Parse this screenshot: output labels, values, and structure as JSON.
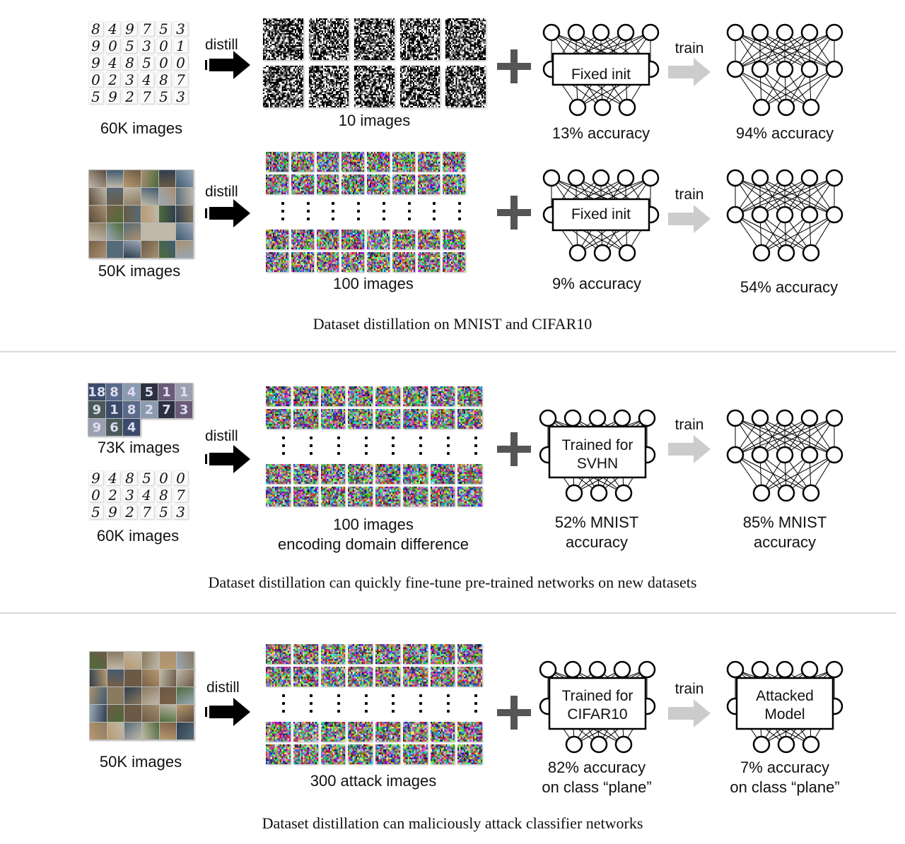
{
  "rows": [
    {
      "source_labels": [
        "60K images"
      ],
      "source_digits": [
        "8",
        "4",
        "9",
        "7",
        "5",
        "3",
        "9",
        "0",
        "5",
        "3",
        "0",
        "1",
        "9",
        "4",
        "8",
        "5",
        "0",
        "0",
        "0",
        "2",
        "3",
        "4",
        "8",
        "7",
        "5",
        "9",
        "2",
        "7",
        "5",
        "3"
      ],
      "arrow_label": "distill",
      "distilled_label": "10 images",
      "init_box": "Fixed init",
      "init_result": "13% accuracy",
      "train_label": "train",
      "trained_result": "94% accuracy"
    },
    {
      "source_labels": [
        "50K images"
      ],
      "arrow_label": "distill",
      "distilled_label": "100 images",
      "init_box": "Fixed init",
      "init_result": "9% accuracy",
      "train_label": "train",
      "trained_result": "54% accuracy"
    },
    {
      "source_labels": [
        "73K images",
        "60K images"
      ],
      "source_digits": [
        "9",
        "4",
        "8",
        "5",
        "0",
        "0",
        "0",
        "2",
        "3",
        "4",
        "8",
        "7",
        "5",
        "9",
        "2",
        "7",
        "5",
        "3"
      ],
      "svhn_digits": [
        "18",
        "8",
        "4",
        "5",
        "1",
        "1",
        "9",
        "1",
        "8",
        "2",
        "7",
        "3",
        "9",
        "6",
        "4"
      ],
      "arrow_label": "distill",
      "distilled_label_1": "100 images",
      "distilled_label_2": "encoding domain difference",
      "init_box_1": "Trained for",
      "init_box_2": "SVHN",
      "init_result_1": "52% MNIST",
      "init_result_2": "accuracy",
      "train_label": "train",
      "trained_result_1": "85% MNIST",
      "trained_result_2": "accuracy"
    },
    {
      "source_labels": [
        "50K images"
      ],
      "arrow_label": "distill",
      "distilled_label": "300 attack images",
      "init_box_1": "Trained for",
      "init_box_2": "CIFAR10",
      "init_result_1": "82% accuracy",
      "init_result_2": "on class “plane”",
      "train_label": "train",
      "trained_box_1": "Attacked",
      "trained_box_2": "Model",
      "trained_result_1": "7% accuracy",
      "trained_result_2": "on class “plane”"
    }
  ],
  "captions": {
    "panel1": "Dataset distillation on MNIST and CIFAR10",
    "panel2": "Dataset distillation can quickly fine-tune pre-trained networks on new datasets",
    "panel3": "Dataset distillation can maliciously attack classifier networks"
  },
  "colors": {
    "arrow": "#000000",
    "train_arrow": "#cccccc",
    "plus": "#555555",
    "rule": "#d9d9d9"
  }
}
